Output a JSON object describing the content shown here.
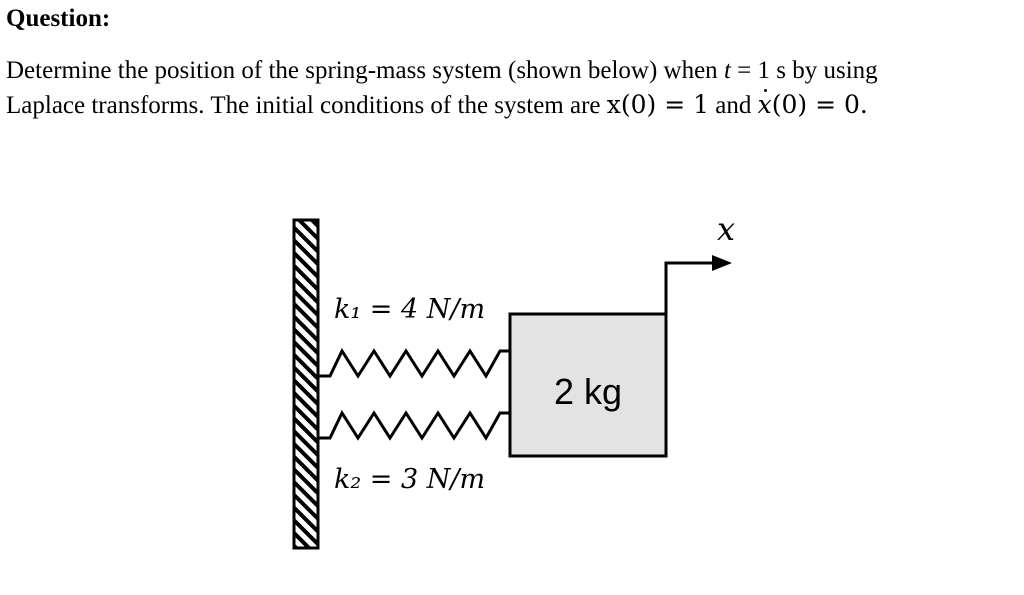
{
  "heading": "Question:",
  "question": {
    "line1_pre": "Determine the position of the spring-mass system (shown below) when ",
    "t_symbol": "t",
    "line1_eq": " = 1 s by using",
    "line2_pre": "Laplace transforms. The initial conditions of the system are ",
    "ic1": "x(0) = 1",
    "and": " and ",
    "ic2_tail": "(0) = 0.",
    "x_symbol": "x"
  },
  "figure": {
    "k1_label": "k₁ = 4 N/m",
    "k2_label": "k₂ = 3 N/m",
    "mass_label": "2 kg",
    "x_label": "x",
    "mass_fill": "#e3e3e3"
  }
}
